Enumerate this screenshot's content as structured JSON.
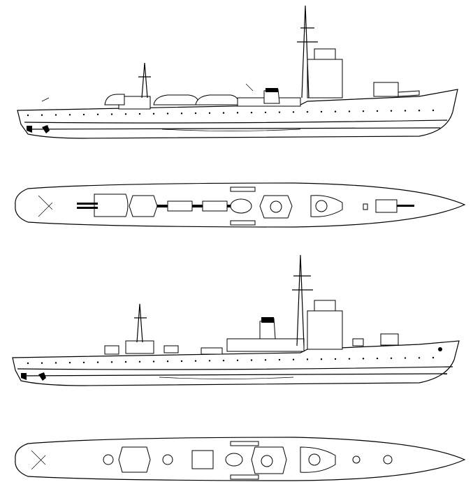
{
  "drawing": {
    "line_color": "#000000",
    "background_color": "#ffffff",
    "views": [
      "profile",
      "plan",
      "profile",
      "plan"
    ]
  }
}
